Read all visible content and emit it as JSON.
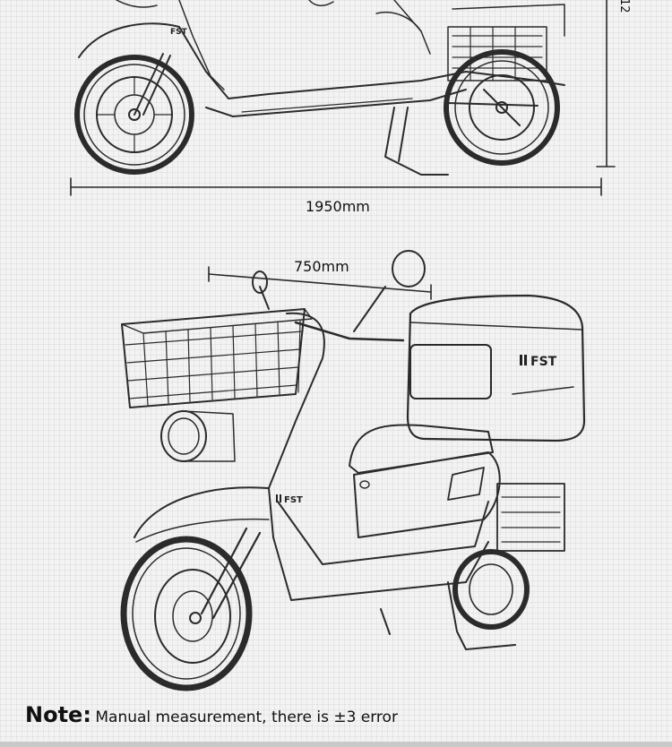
{
  "dimensions": {
    "length_label": "1950mm",
    "width_label": "750mm",
    "height_label_partial": "12"
  },
  "brand": {
    "logo_text": "FST"
  },
  "note": {
    "label": "Note:",
    "text": "Manual measurement, there is ±3 error"
  }
}
